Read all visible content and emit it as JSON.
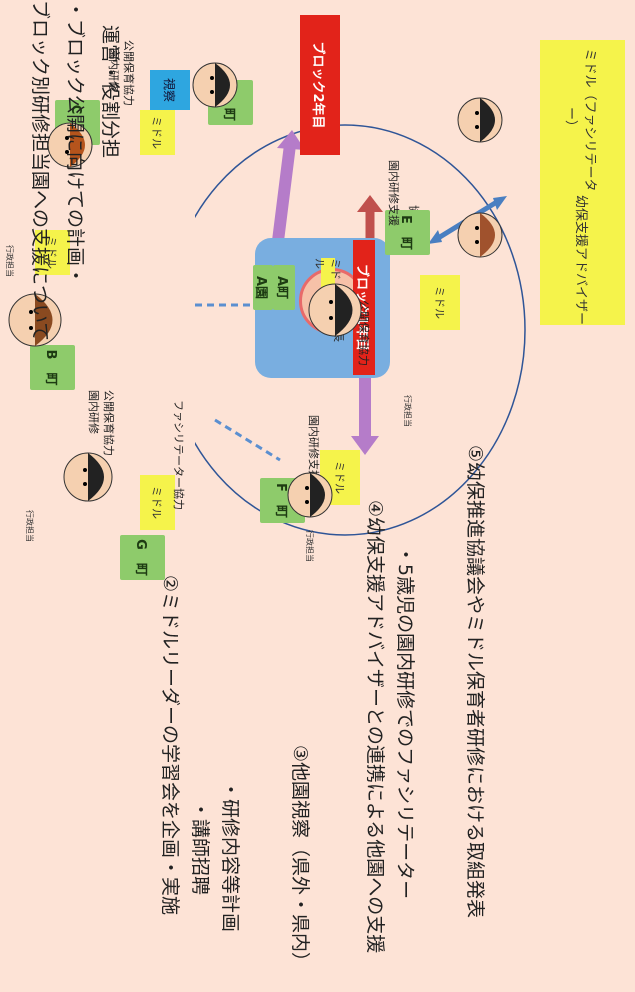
{
  "texts": {
    "line1": "ブロック別研修担当園への支援について",
    "line2": "・ブロック公開に向けての計画・",
    "line3": "運営・役割分担",
    "item2": "②ミドルリーダーの学習会を企画・実施",
    "item2_sub1": "・講師招聘",
    "item2_sub2": "・研修内容等計画",
    "item3": "③他園視察（県外・県内）",
    "item4": "④幼保支援アドバイザーとの連携による他園への支援",
    "item4_sub": "・5歳児の園内研修でのファシリテーター",
    "item5": "⑤幼保推進協議会やミドル保育者研修における取組発表"
  },
  "diagram": {
    "block1": "ブロック1年目",
    "block2": "ブロック2年目",
    "shisatsu": "視察",
    "kyoryoku": "協力",
    "center_town": "A町",
    "center_school": "A園",
    "encho": "園長",
    "midoru": "ミドル",
    "gyosei": "行政担当",
    "facilitator_coop": "ファシリテーター協力",
    "towns": {
      "b": "B　町",
      "c": "C　町",
      "d": "D　町",
      "e": "E　町",
      "f": "F　町",
      "g": "G　町"
    },
    "labels": {
      "c_label1": "園内研修",
      "c_label2": "公開保育協力",
      "e_label": "園内研修支援",
      "a_right": "公開保育協力",
      "f_label": "園内研修支援",
      "g_label1": "園内研修",
      "g_label2": "公開保育協力"
    },
    "legend": {
      "midoru": "ミドル（ファシリテーター）",
      "advisor": "幼保支援アドバイザー"
    }
  },
  "colors": {
    "background": "#fde3d6",
    "town": "#8ecb6b",
    "midoru": "#f5f34b",
    "red": "#e2231a",
    "purple": "#b57cc9",
    "blue": "#4a7fc1"
  }
}
